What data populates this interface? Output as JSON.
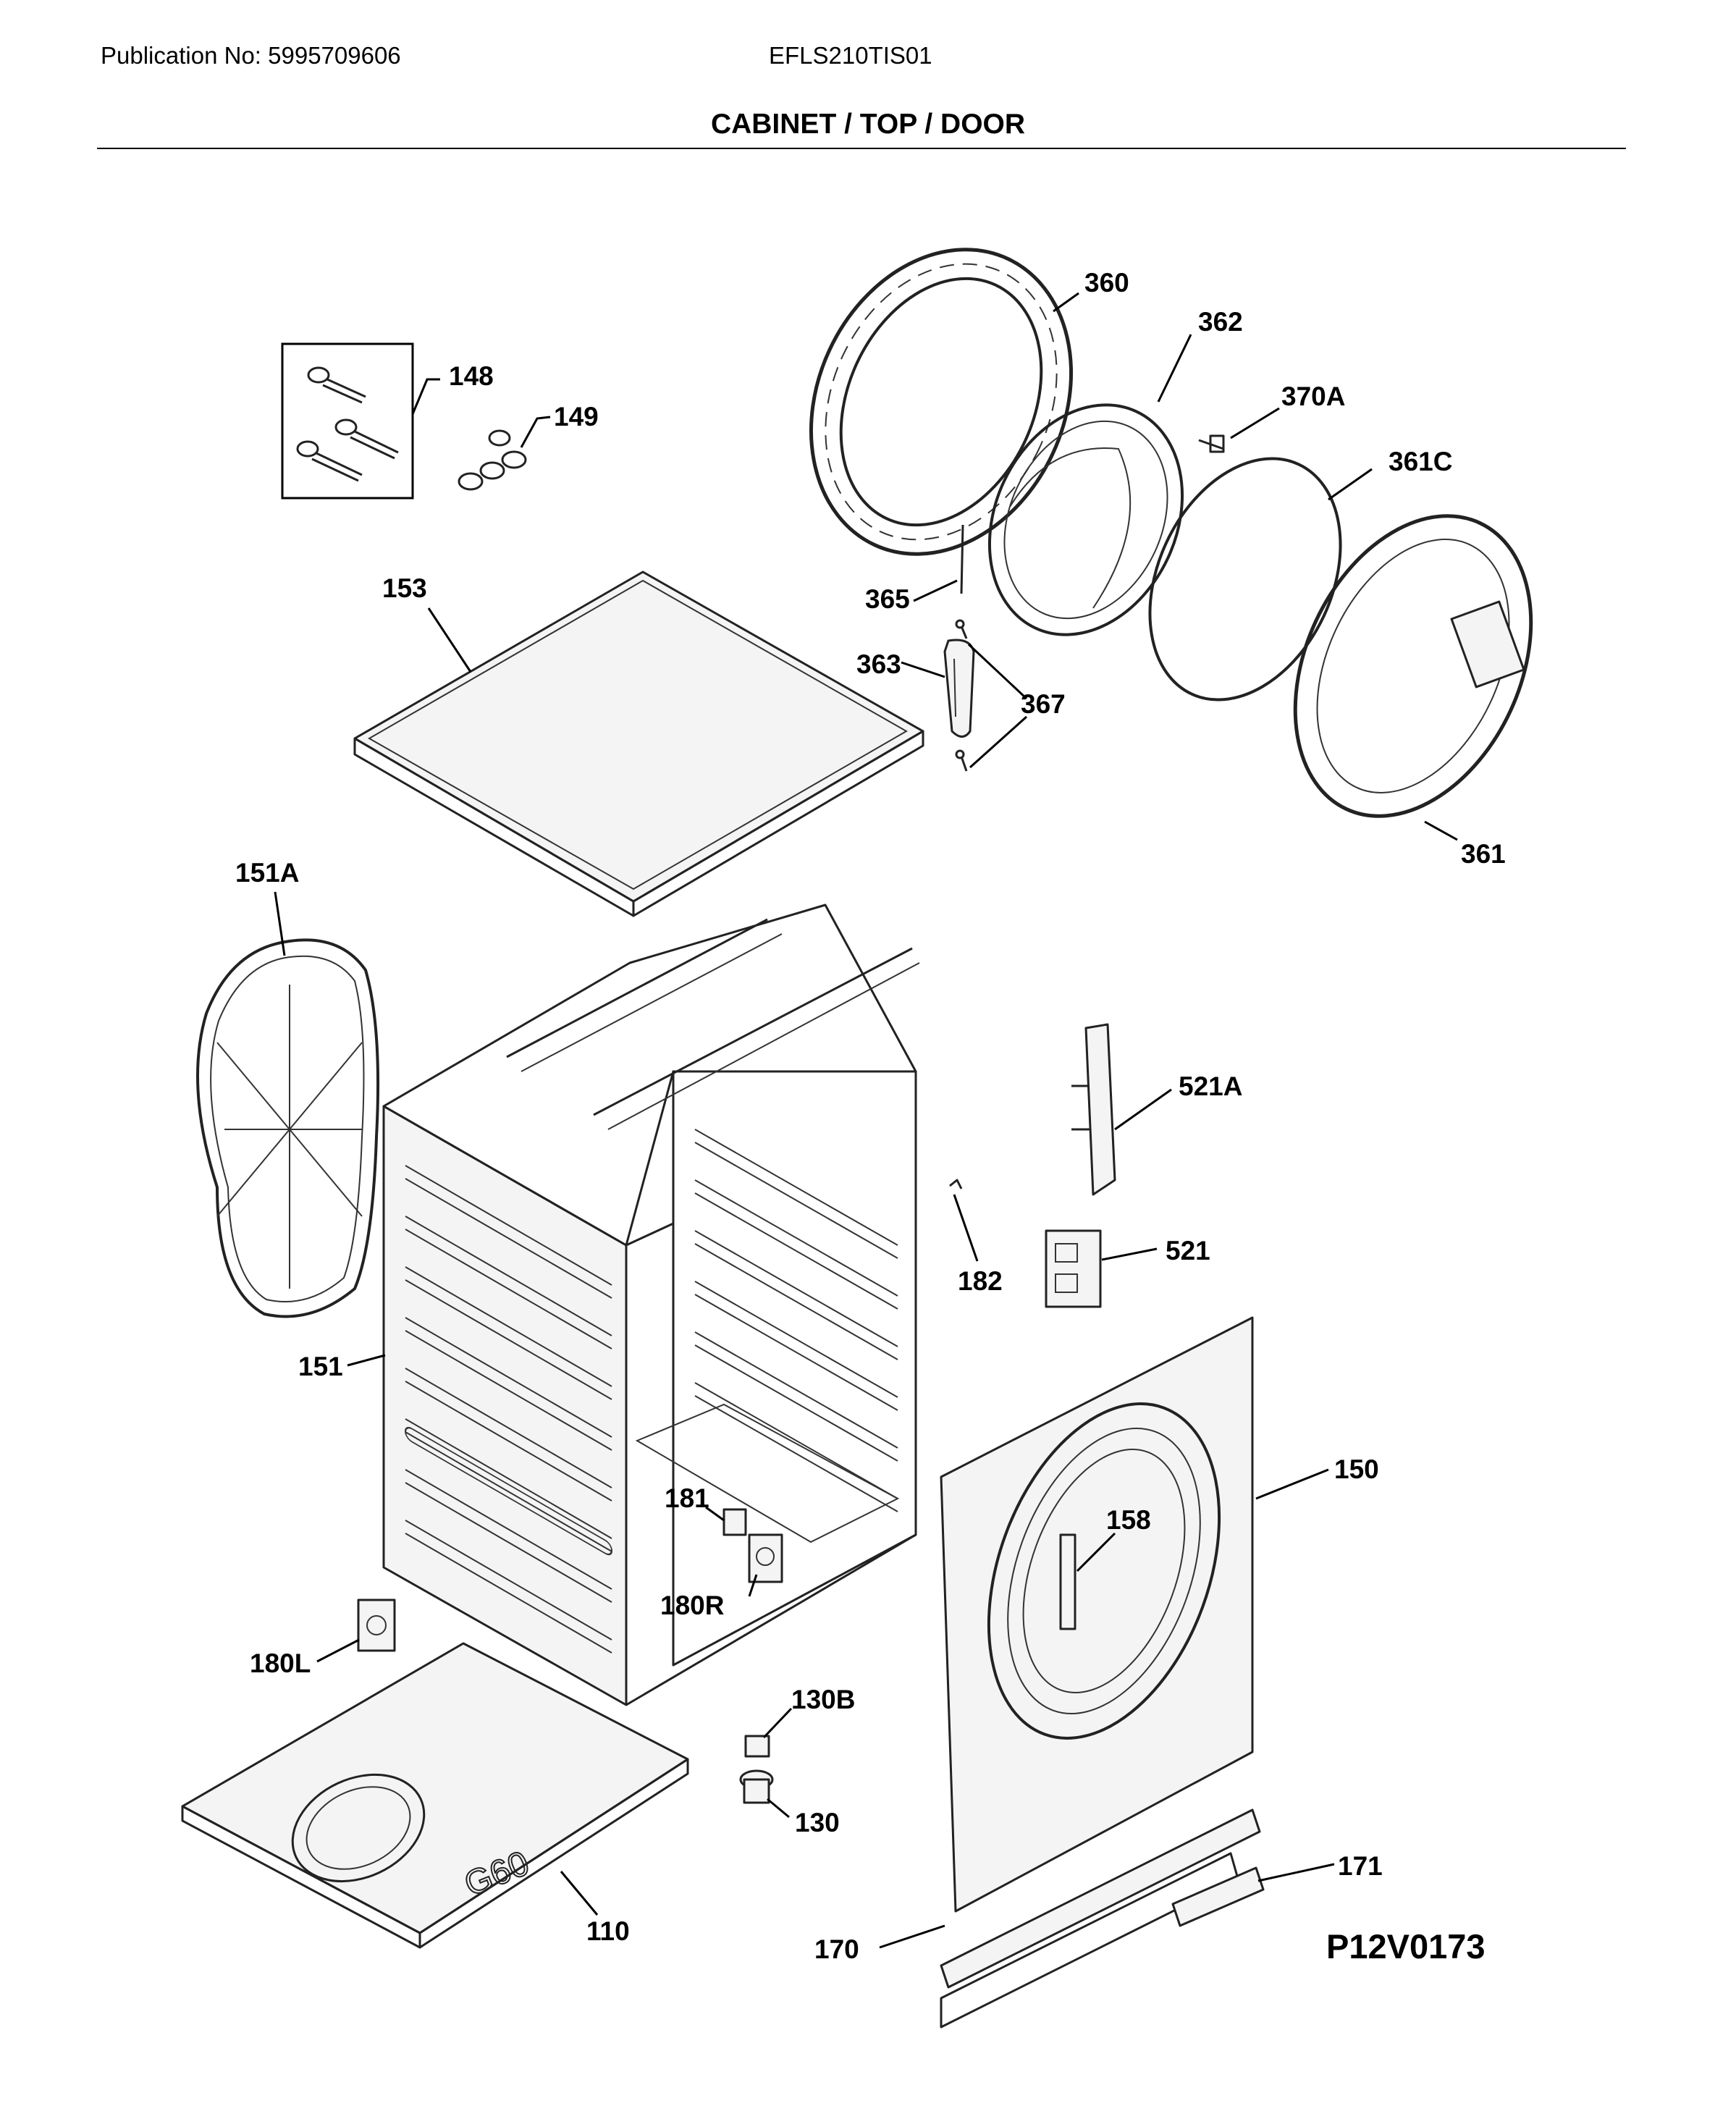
{
  "header": {
    "publication": "Publication No: 5995709606",
    "model": "EFLS210TIS01",
    "section_title": "CABINET / TOP / DOOR"
  },
  "diagram_code": "P12V0173",
  "callouts": {
    "c148": "148",
    "c149": "149",
    "c153": "153",
    "c360": "360",
    "c362": "362",
    "c370A": "370A",
    "c361C": "361C",
    "c365": "365",
    "c363": "363",
    "c367": "367",
    "c361": "361",
    "c151A": "151A",
    "c521A": "521A",
    "c182": "182",
    "c521": "521",
    "c151": "151",
    "c150": "150",
    "c181": "181",
    "c158": "158",
    "c180R": "180R",
    "c180L": "180L",
    "c130B": "130B",
    "c130": "130",
    "c171": "171",
    "c110": "110",
    "c170": "170"
  }
}
